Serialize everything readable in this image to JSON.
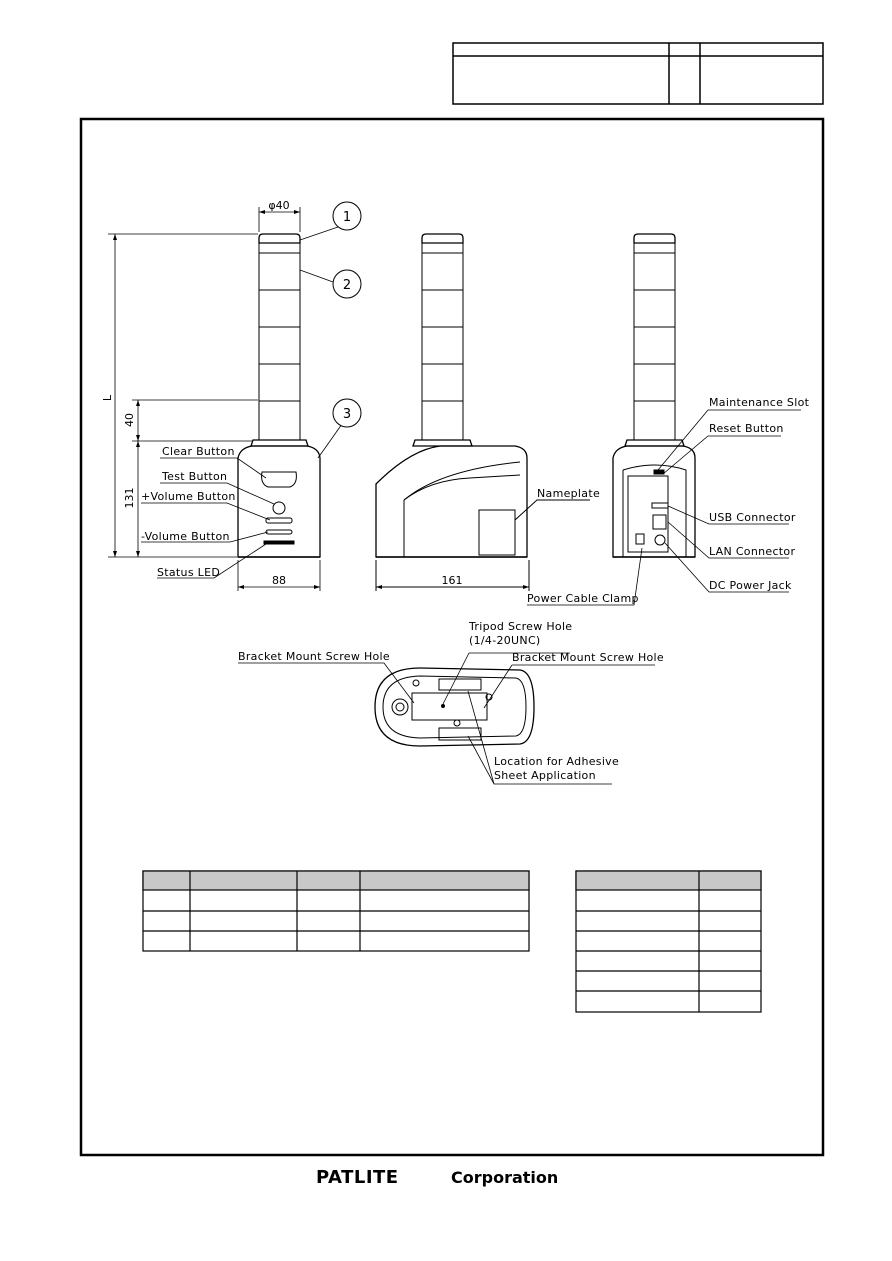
{
  "drawing": {
    "dimensions": {
      "diameter": "φ40",
      "overall_height": "L",
      "base_top": "40",
      "base_height": "131",
      "front_width": "88",
      "side_depth": "161"
    },
    "part_numbers": [
      "1",
      "2",
      "3"
    ],
    "labels": {
      "clear_button": "Clear Button",
      "test_button": "Test Button",
      "volume_up_button": "+Volume Button",
      "volume_down_button": "-Volume Button",
      "status_led": "Status LED",
      "nameplate": "Nameplate",
      "maintenance_slot": "Maintenance Slot",
      "reset_button": "Reset Button",
      "usb_connector": "USB Connector",
      "lan_connector": "LAN Connector",
      "dc_power_jack": "DC Power Jack",
      "power_cable_clamp": "Power Cable Clamp",
      "tripod_screw_hole": "Tripod Screw Hole",
      "tripod_thread": "(1/4-20UNC)",
      "bracket_mount_left": "Bracket Mount Screw Hole",
      "bracket_mount_right": "Bracket Mount Screw Hole",
      "adhesive_line1": "Location for Adhesive",
      "adhesive_line2": "Sheet Application"
    }
  },
  "footer": {
    "brand": "PATLITE",
    "suffix": "Corporation"
  }
}
